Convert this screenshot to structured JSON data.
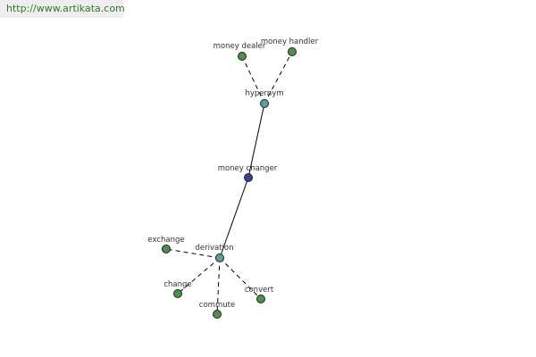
{
  "source_url": "http://www.artikata.com",
  "colors": {
    "central": "#3b3f8f",
    "relation": "#5b9ea0",
    "leaf": "#4f8f4a"
  },
  "nodes": {
    "money_changer": {
      "label": "money changer",
      "kind": "central"
    },
    "hypernym": {
      "label": "hypernym",
      "kind": "relation"
    },
    "derivation": {
      "label": "derivation",
      "kind": "relation"
    },
    "money_dealer": {
      "label": "money dealer",
      "kind": "leaf"
    },
    "money_handler": {
      "label": "money handler",
      "kind": "leaf"
    },
    "exchange": {
      "label": "exchange",
      "kind": "leaf"
    },
    "change": {
      "label": "change",
      "kind": "leaf"
    },
    "commute": {
      "label": "commute",
      "kind": "leaf"
    },
    "convert": {
      "label": "convert",
      "kind": "leaf"
    }
  },
  "edges": [
    {
      "from": "money_changer",
      "to": "hypernym",
      "style": "solid"
    },
    {
      "from": "money_changer",
      "to": "derivation",
      "style": "solid"
    },
    {
      "from": "hypernym",
      "to": "money_dealer",
      "style": "dashed"
    },
    {
      "from": "hypernym",
      "to": "money_handler",
      "style": "dashed"
    },
    {
      "from": "derivation",
      "to": "exchange",
      "style": "dashed"
    },
    {
      "from": "derivation",
      "to": "change",
      "style": "dashed"
    },
    {
      "from": "derivation",
      "to": "commute",
      "style": "dashed"
    },
    {
      "from": "derivation",
      "to": "convert",
      "style": "dashed"
    }
  ]
}
